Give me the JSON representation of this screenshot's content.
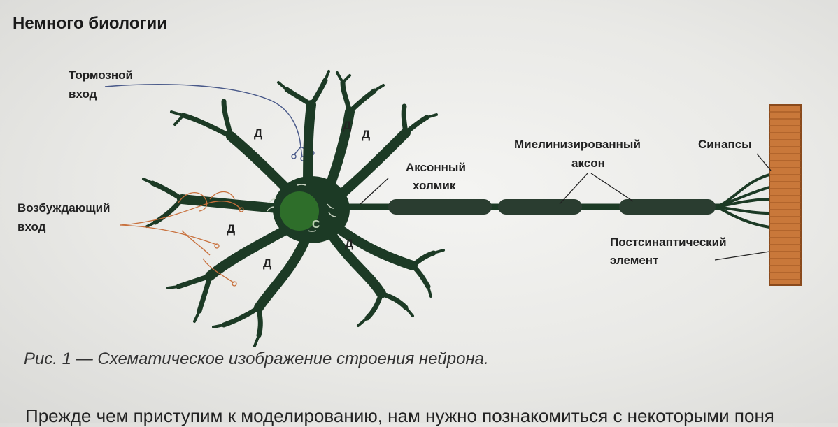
{
  "section": {
    "heading": "Немного биологии"
  },
  "diagram": {
    "labels": {
      "inhibitory_input_1": "Тормозной",
      "inhibitory_input_2": "вход",
      "excitatory_input_1": "Возбуждающий",
      "excitatory_input_2": "вход",
      "axon_hillock_1": "Аксонный",
      "axon_hillock_2": "холмик",
      "myelinated_axon_1": "Миелинизированный",
      "myelinated_axon_2": "аксон",
      "synapses": "Синапсы",
      "postsynaptic_1": "Постсинаптический",
      "postsynaptic_2": "элемент",
      "dendrite": "Д",
      "soma": "С"
    },
    "colors": {
      "neuron": "#1c3a25",
      "soma": "#2e6e2a",
      "excitatory": "#c8703c",
      "inhibitory": "#4a5a8a",
      "postsynaptic": "#c9783a"
    }
  },
  "caption": "Рис. 1 — Схематическое изображение строения нейрона.",
  "body_text": "Прежде чем приступим к моделированию, нам нужно познакомиться с некоторыми поня"
}
